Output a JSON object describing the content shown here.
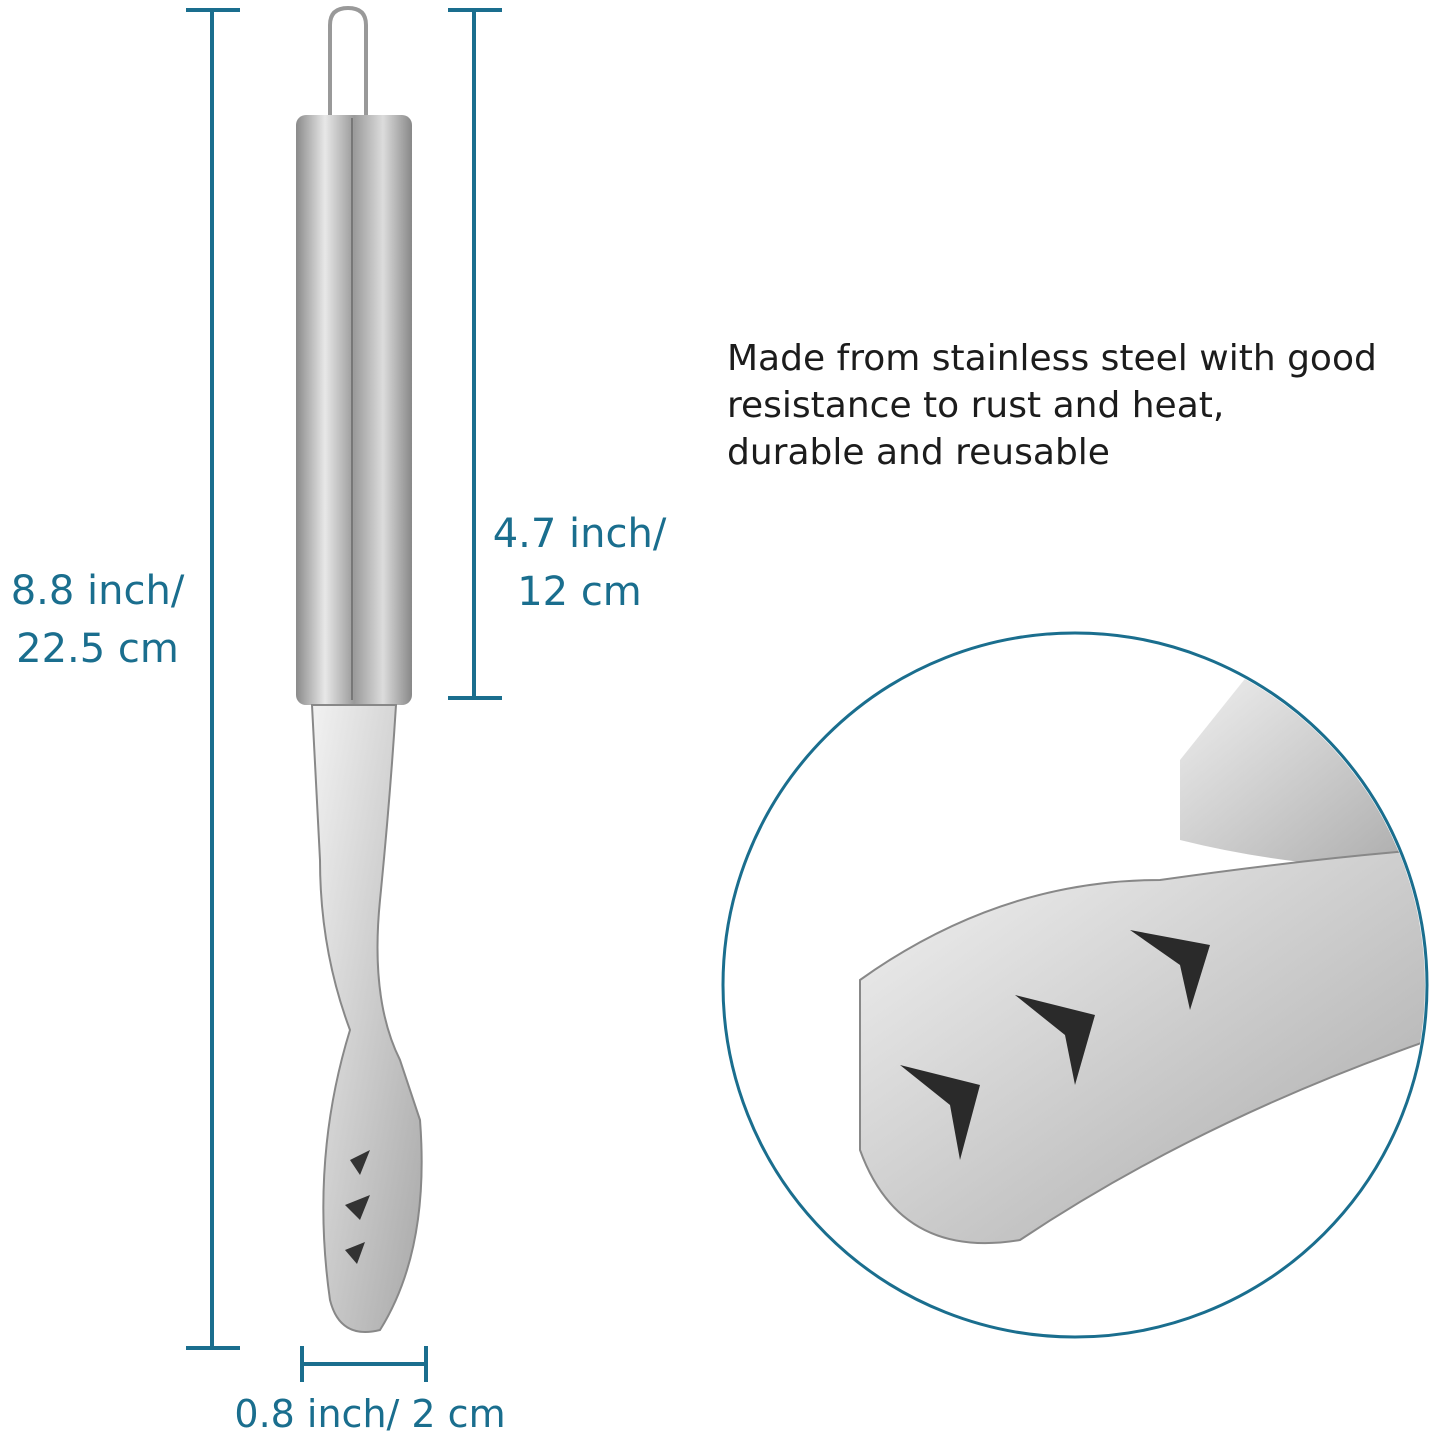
{
  "colors": {
    "dimension": "#1a6e8e",
    "steel": "#b8b8b8",
    "text": "#1c1c1c"
  },
  "dimensions": {
    "total_length": {
      "line1": "8.8 inch/",
      "line2": "22.5 cm"
    },
    "handle_length": {
      "line1": "4.7 inch/",
      "line2": "12 cm"
    },
    "tip_width": "0.8 inch/ 2 cm"
  },
  "description": {
    "lines": [
      "Made from stainless steel with good",
      "resistance to rust and heat,",
      "durable and reusable"
    ]
  }
}
